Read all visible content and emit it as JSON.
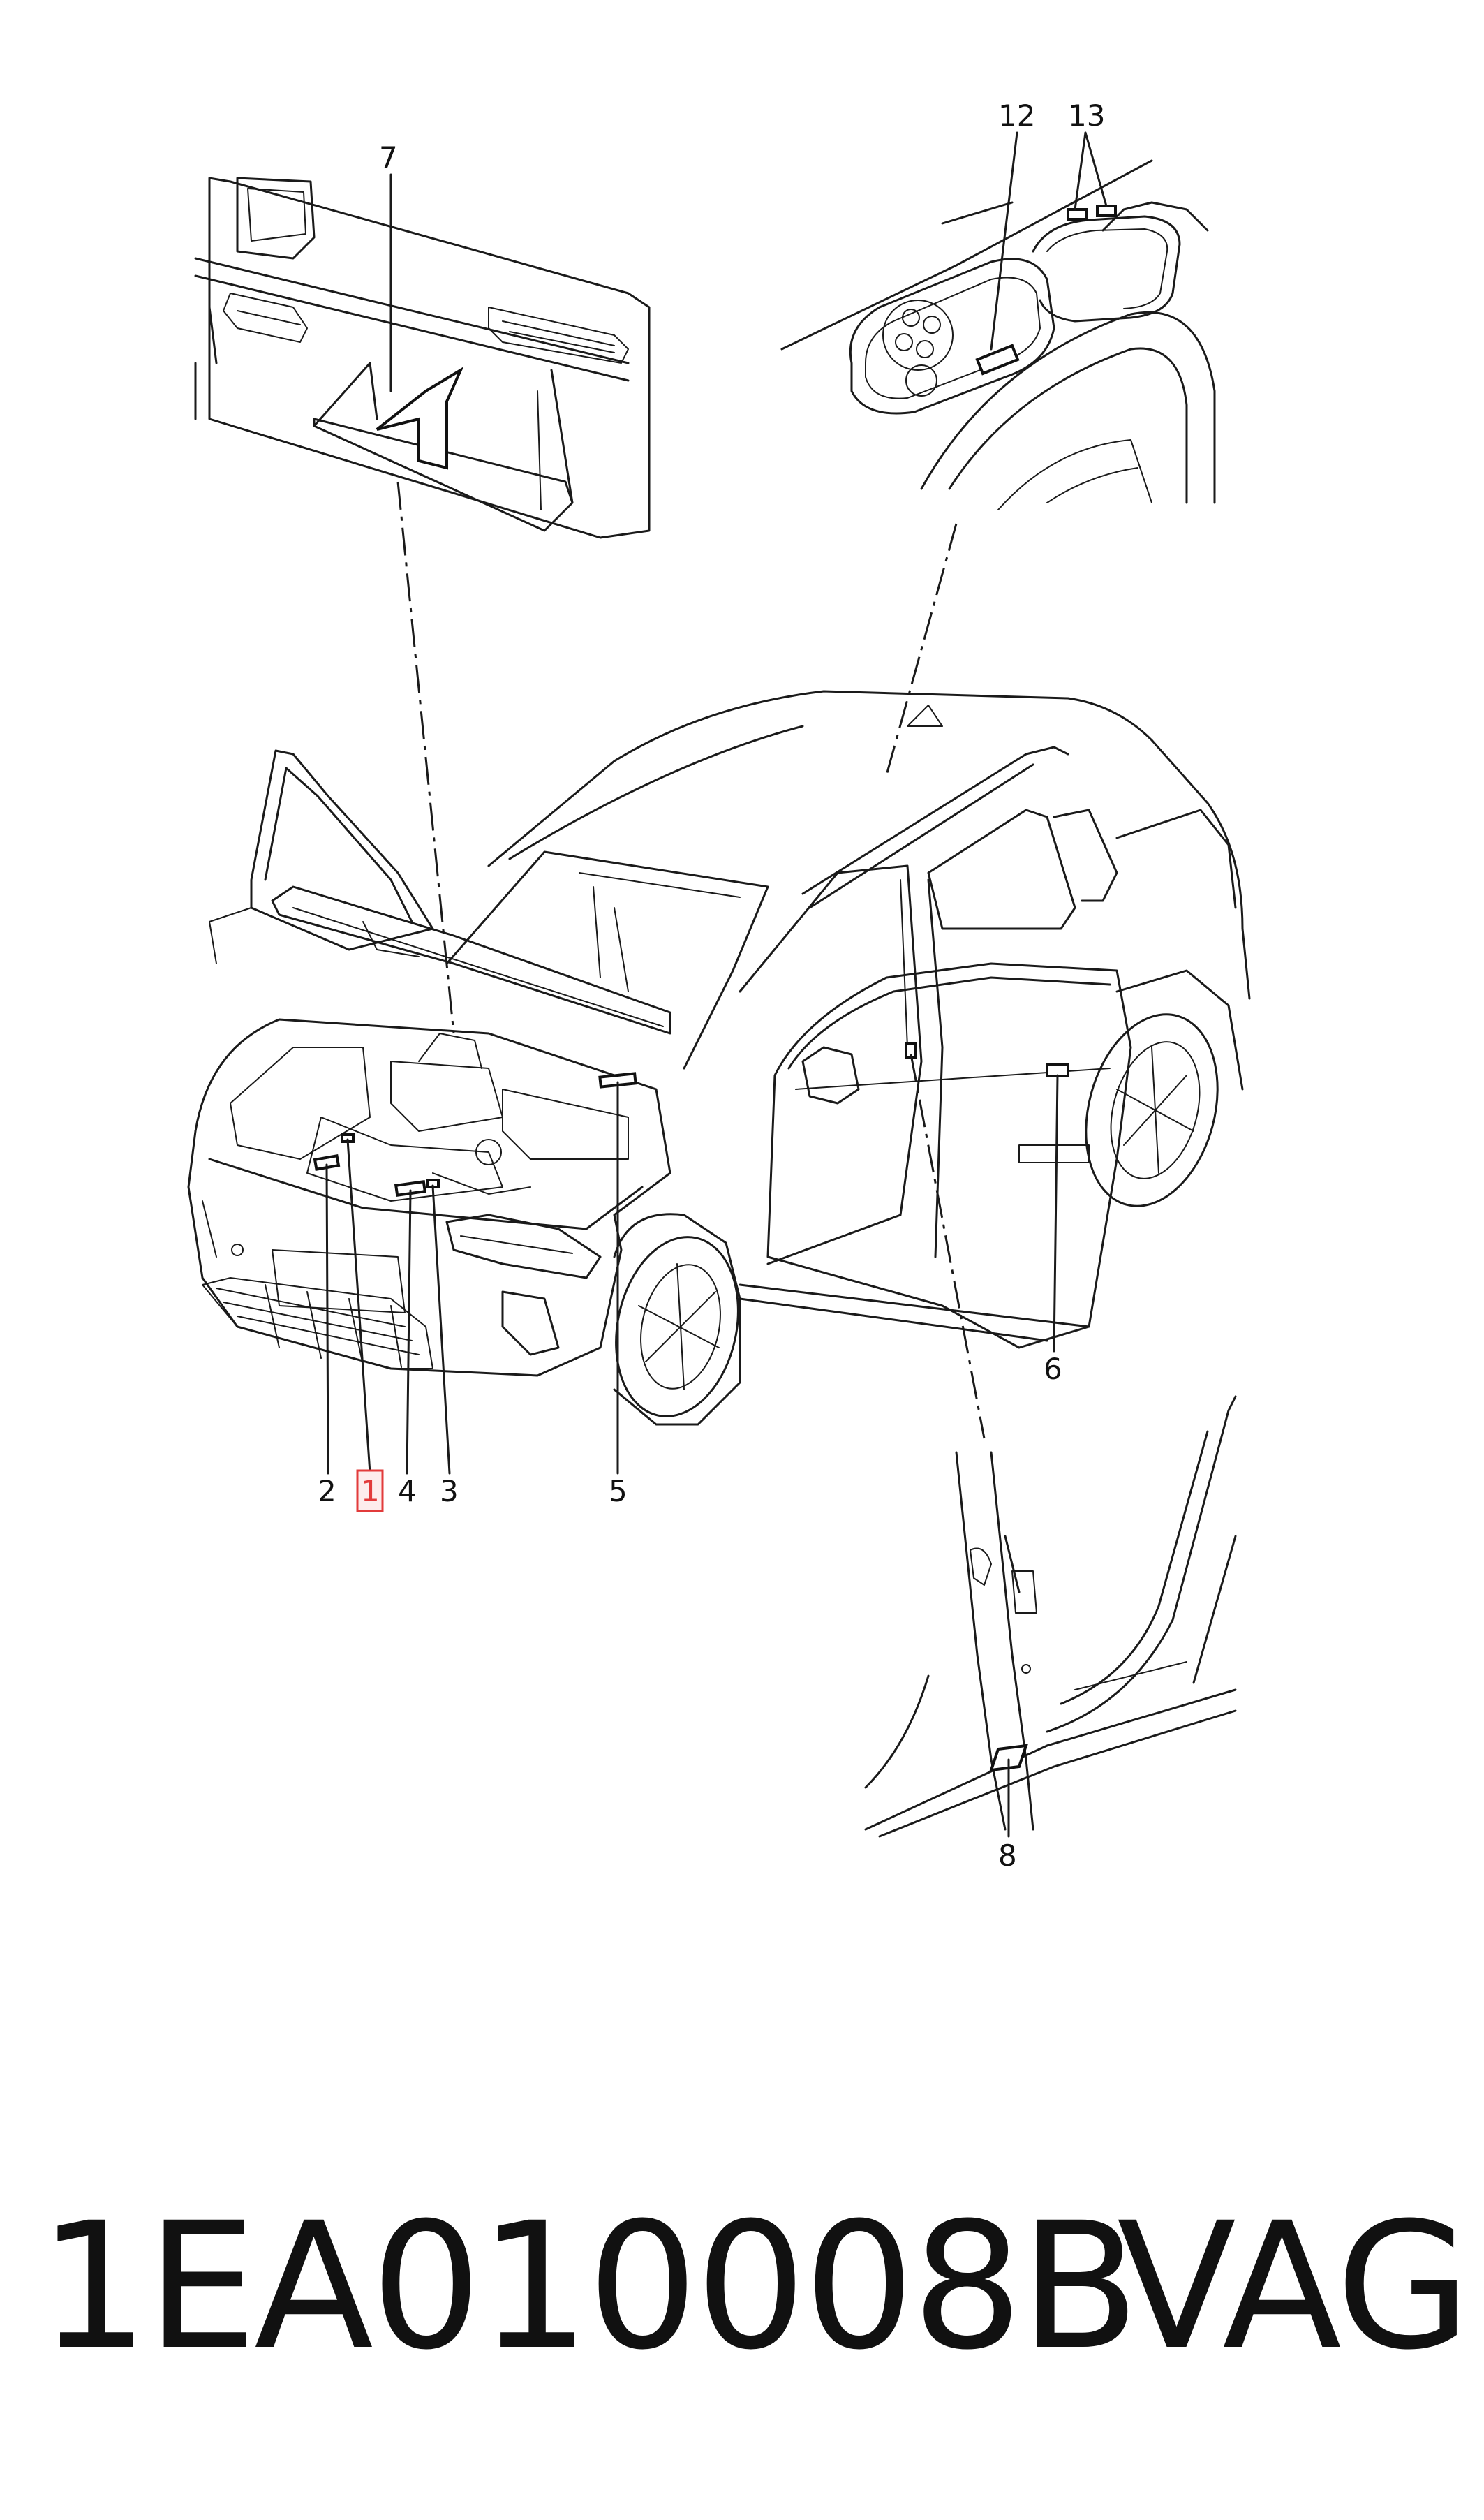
{
  "diagram": {
    "callouts": [
      {
        "id": "1",
        "label": "1",
        "highlighted": true
      },
      {
        "id": "2",
        "label": "2"
      },
      {
        "id": "3",
        "label": "3"
      },
      {
        "id": "4",
        "label": "4"
      },
      {
        "id": "5",
        "label": "5"
      },
      {
        "id": "6",
        "label": "6"
      },
      {
        "id": "7",
        "label": "7"
      },
      {
        "id": "8",
        "label": "8"
      },
      {
        "id": "12",
        "label": "12"
      },
      {
        "id": "13",
        "label": "13"
      }
    ],
    "highlight_color": "#e23b3b"
  },
  "footer": {
    "part_number": "1EA010008B",
    "brand": "VAG"
  }
}
